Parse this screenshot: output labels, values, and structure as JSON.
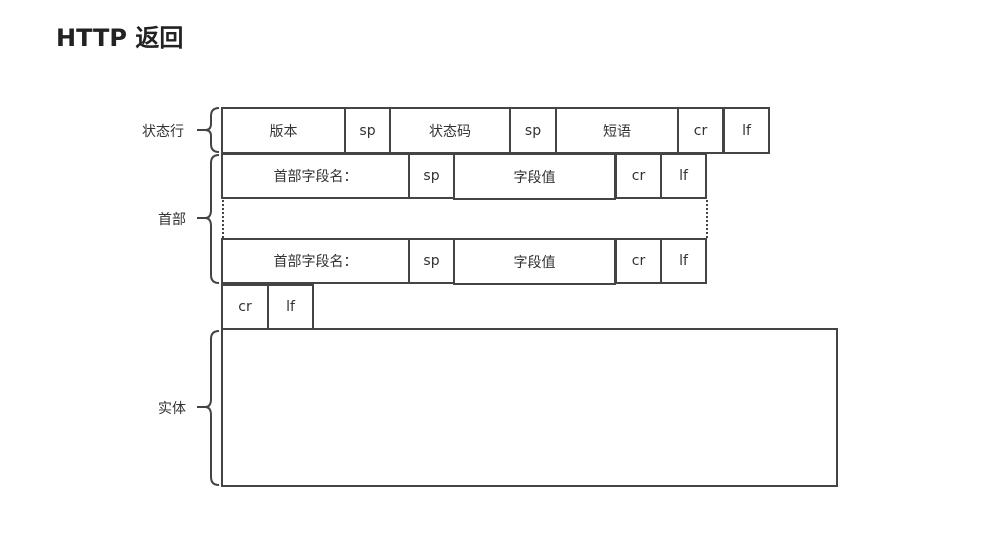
{
  "title": "HTTP 返回",
  "labels": {
    "status_line": "状态行",
    "headers": "首部",
    "body": "实体"
  },
  "status_line": [
    "版本",
    "sp",
    "状态码",
    "sp",
    "短语",
    "cr",
    "lf"
  ],
  "header_row_1": [
    "首部字段名：",
    "sp",
    "字段值",
    "cr",
    "lf"
  ],
  "header_row_2": [
    "首部字段名：",
    "sp",
    "字段值",
    "cr",
    "lf"
  ],
  "blank_line": [
    "cr",
    "lf"
  ]
}
